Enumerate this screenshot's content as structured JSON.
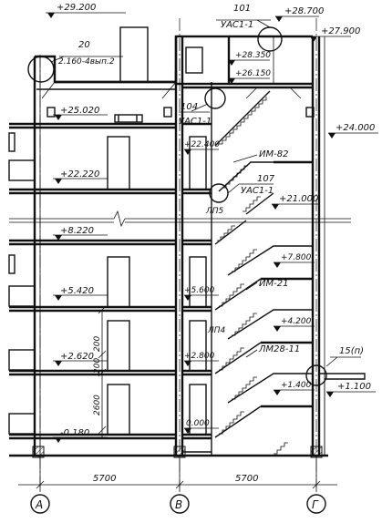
{
  "elevations": {
    "top_left": "+29.200",
    "top_right": "+28.700",
    "right_27900": "+27.900",
    "node_28350": "+28.350",
    "node_26150": "+26.150",
    "right_24000": "+24.000",
    "left_25020": "+25.020",
    "mid_22400": "+22.400",
    "left_22220": "+22.220",
    "right_21000": "+21.000",
    "left_8220": "+8.220",
    "right_7800": "+7.800",
    "mid_5600": "+5.600",
    "left_5420": "+5.420",
    "right_4200": "+4.200",
    "mid_2800": "+2.800",
    "left_2620": "+2.620",
    "right_1400": "+1.400",
    "mid_0000": "0.000",
    "right_1100": "+1.100",
    "left_minus_0180": "-0.180"
  },
  "callouts": {
    "c20_number": "20",
    "c20_sheet": "2.160-4вып.2",
    "c101_number": "101",
    "c101_ref": "УАС1-1",
    "c104_number": "104",
    "c104_ref": "УАС1-1",
    "c107_number": "107",
    "c107_ref": "УАС1-1",
    "c15_ref": "15(п)"
  },
  "elements": {
    "im82": "ИМ-82",
    "lp5": "ЛП5",
    "im21": "ИМ-21",
    "lp4": "ЛП4",
    "lm28": "ЛМ28-11"
  },
  "dimensions": {
    "span_left": "5700",
    "span_right": "5700",
    "v_200_a": "200",
    "v_2600": "2600",
    "v_200_b": "200"
  },
  "axes": {
    "a": "А",
    "b": "В",
    "c": "Г"
  }
}
